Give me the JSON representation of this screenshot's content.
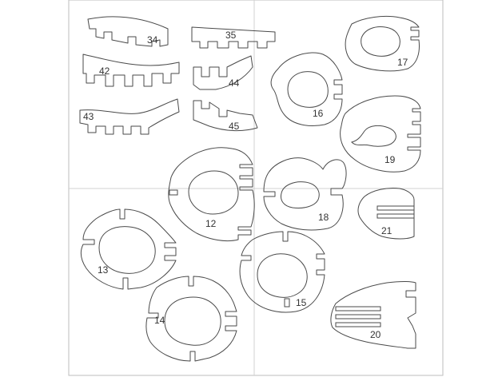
{
  "parts": [
    {
      "id": "34",
      "label": "34"
    },
    {
      "id": "35",
      "label": "35"
    },
    {
      "id": "42",
      "label": "42"
    },
    {
      "id": "44",
      "label": "44"
    },
    {
      "id": "43",
      "label": "43"
    },
    {
      "id": "45",
      "label": "45"
    },
    {
      "id": "17",
      "label": "17"
    },
    {
      "id": "16",
      "label": "16"
    },
    {
      "id": "19",
      "label": "19"
    },
    {
      "id": "12",
      "label": "12"
    },
    {
      "id": "18",
      "label": "18"
    },
    {
      "id": "21",
      "label": "21"
    },
    {
      "id": "13",
      "label": "13"
    },
    {
      "id": "15",
      "label": "15"
    },
    {
      "id": "14",
      "label": "14"
    },
    {
      "id": "20",
      "label": "20"
    }
  ],
  "colors": {
    "outline": "#4a4a4a",
    "sheet": "#bdbdbd",
    "guide": "#d0d0d0"
  }
}
